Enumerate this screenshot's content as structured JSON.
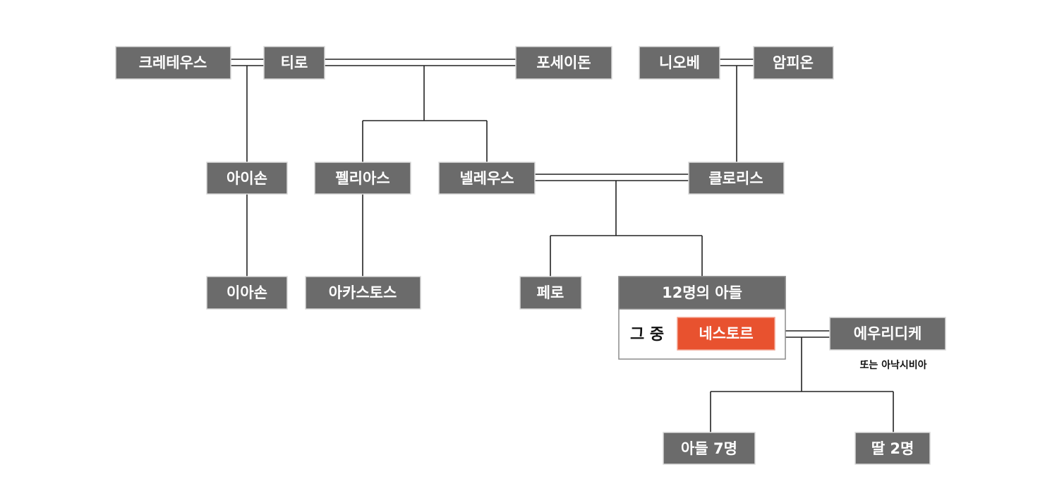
{
  "nodes": {
    "cretheus": "크레테우스",
    "tyro": "티로",
    "poseidon": "포세이돈",
    "niobe": "니오베",
    "amphion": "암피온",
    "aison": "아이손",
    "pelias": "펠리아스",
    "neleus": "넬레우스",
    "chloris": "클로리스",
    "jason": "이아손",
    "acastus": "아카스토스",
    "pero": "페로",
    "twelve_sons": "12명의 아들",
    "among_them": "그 중",
    "nestor": "네스토르",
    "eurydice": "에우리디케",
    "eurydice_alt": "또는 아낙시비아",
    "seven_sons": "아들 7명",
    "two_daughters": "딸 2명"
  },
  "colors": {
    "node": "#6b6b6b",
    "highlight": "#e8522f",
    "line": "#222222"
  }
}
